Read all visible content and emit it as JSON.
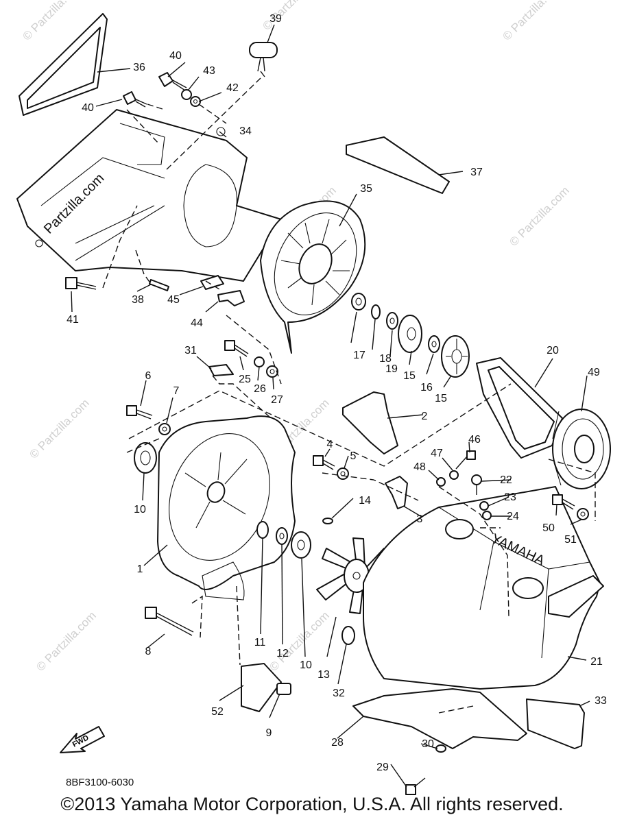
{
  "diagram": {
    "code": "8BF3100-6030",
    "copyright": "©2013  Yamaha Motor Corporation, U.S.A. All rights reserved.",
    "fwd_label": "FWD",
    "cover_text": "YAMAHA",
    "watermark": "© Partzilla.com",
    "watermark_dark": "Partzilla.com",
    "parts": [
      {
        "no": "1"
      },
      {
        "no": "2"
      },
      {
        "no": "3"
      },
      {
        "no": "4"
      },
      {
        "no": "5"
      },
      {
        "no": "6"
      },
      {
        "no": "7"
      },
      {
        "no": "8"
      },
      {
        "no": "9"
      },
      {
        "no": "10"
      },
      {
        "no": "10"
      },
      {
        "no": "11"
      },
      {
        "no": "12"
      },
      {
        "no": "13"
      },
      {
        "no": "14"
      },
      {
        "no": "15"
      },
      {
        "no": "15"
      },
      {
        "no": "16"
      },
      {
        "no": "17"
      },
      {
        "no": "18"
      },
      {
        "no": "19"
      },
      {
        "no": "20"
      },
      {
        "no": "21"
      },
      {
        "no": "22"
      },
      {
        "no": "23"
      },
      {
        "no": "24"
      },
      {
        "no": "25"
      },
      {
        "no": "26"
      },
      {
        "no": "27"
      },
      {
        "no": "28"
      },
      {
        "no": "29"
      },
      {
        "no": "30"
      },
      {
        "no": "31"
      },
      {
        "no": "32"
      },
      {
        "no": "33"
      },
      {
        "no": "34"
      },
      {
        "no": "35"
      },
      {
        "no": "36"
      },
      {
        "no": "37"
      },
      {
        "no": "38"
      },
      {
        "no": "39"
      },
      {
        "no": "40"
      },
      {
        "no": "40"
      },
      {
        "no": "41"
      },
      {
        "no": "42"
      },
      {
        "no": "43"
      },
      {
        "no": "44"
      },
      {
        "no": "45"
      },
      {
        "no": "46"
      },
      {
        "no": "47"
      },
      {
        "no": "48"
      },
      {
        "no": "49"
      },
      {
        "no": "50"
      },
      {
        "no": "51"
      },
      {
        "no": "52"
      }
    ]
  }
}
